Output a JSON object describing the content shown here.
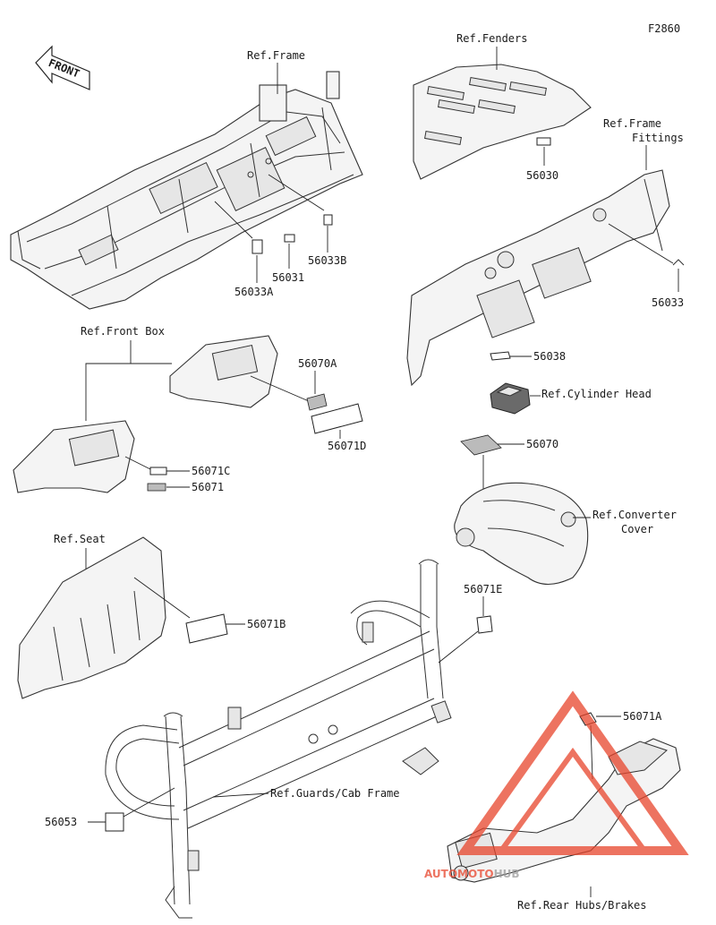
{
  "diagram_id": "F2860",
  "front_label": "FRONT",
  "refs": {
    "frame": "Ref.Frame",
    "fenders": "Ref.Fenders",
    "frame_fittings_1": "Ref.Frame",
    "frame_fittings_2": "Fittings",
    "front_box": "Ref.Front Box",
    "cylinder_head": "Ref.Cylinder Head",
    "converter_1": "Ref.Converter",
    "converter_2": "Cover",
    "seat": "Ref.Seat",
    "guards": "Ref.Guards/Cab Frame",
    "rear_hubs": "Ref.Rear Hubs/Brakes"
  },
  "parts": {
    "p56030": "56030",
    "p56033B": "56033B",
    "p56031": "56031",
    "p56033A": "56033A",
    "p56033": "56033",
    "p56070A": "56070A",
    "p56071D": "56071D",
    "p56038": "56038",
    "p56071C": "56071C",
    "p56071": "56071",
    "p56070": "56070",
    "p56071E": "56071E",
    "p56071B": "56071B",
    "p56071A": "56071A",
    "p56053": "56053"
  },
  "watermark": {
    "part1": "AUTOMOTO",
    "part2": "HUB",
    "color1": "#e8452c",
    "color2": "#9a9a9a"
  }
}
